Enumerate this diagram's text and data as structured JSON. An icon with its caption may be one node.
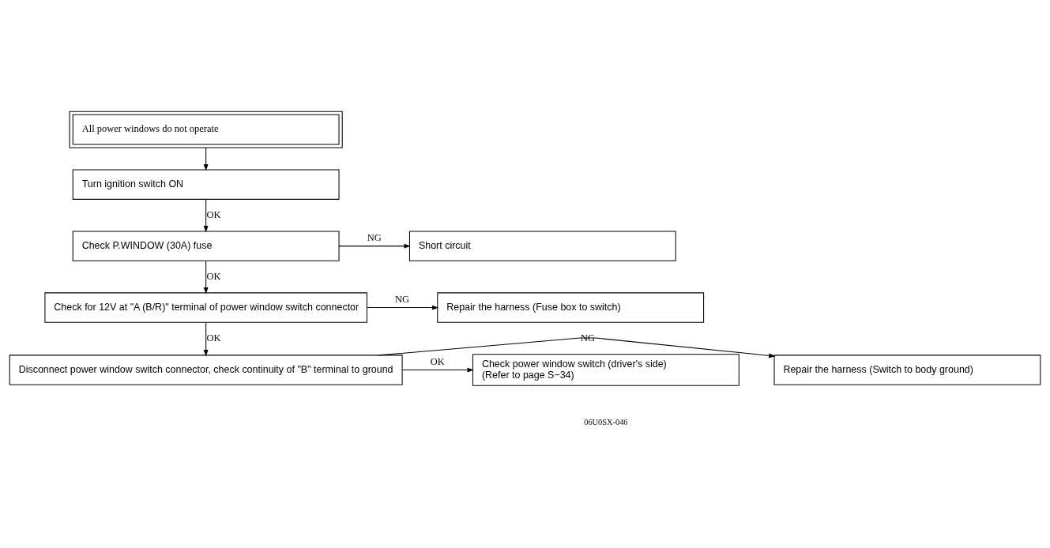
{
  "diagram": {
    "nodes": [
      {
        "text": [
          "All power windows do not operate"
        ]
      },
      {
        "text": [
          "Turn ignition switch ON"
        ]
      },
      {
        "text": [
          "Check P.WINDOW (30A) fuse"
        ]
      },
      {
        "text": [
          "Short circuit"
        ]
      },
      {
        "text": [
          "Check for 12V at \"A (B/R)\" terminal of power window switch connector"
        ]
      },
      {
        "text": [
          "Repair the harness (Fuse box to switch)"
        ]
      },
      {
        "text": [
          "Disconnect power window switch connector, check continuity of \"B\" terminal to ground"
        ]
      },
      {
        "text": [
          "Repair the harness (Switch to body ground)"
        ]
      },
      {
        "text": [
          "Check power window switch (driver's side)",
          "(Refer to page S−34)"
        ]
      }
    ],
    "edges": [
      {
        "from": 0,
        "to": 1,
        "arrow": "to"
      },
      {
        "from": 1,
        "to": 2,
        "arrow": "to",
        "label": "OK"
      },
      {
        "from": 2,
        "to": 3,
        "arrow": "to",
        "label": "NG"
      },
      {
        "from": 2,
        "to": 4,
        "arrow": "to",
        "label": "OK"
      },
      {
        "from": 4,
        "to": 5,
        "arrow": "to",
        "label": "NG"
      },
      {
        "from": 4,
        "to": 6,
        "arrow": "to",
        "label": "OK"
      },
      {
        "from": 6,
        "to": 7,
        "arrow": "to",
        "label": "NG"
      },
      {
        "from": 6,
        "to": 8,
        "arrow": "to",
        "label": "OK"
      }
    ],
    "labels": [
      "06U0SX-046"
    ]
  }
}
